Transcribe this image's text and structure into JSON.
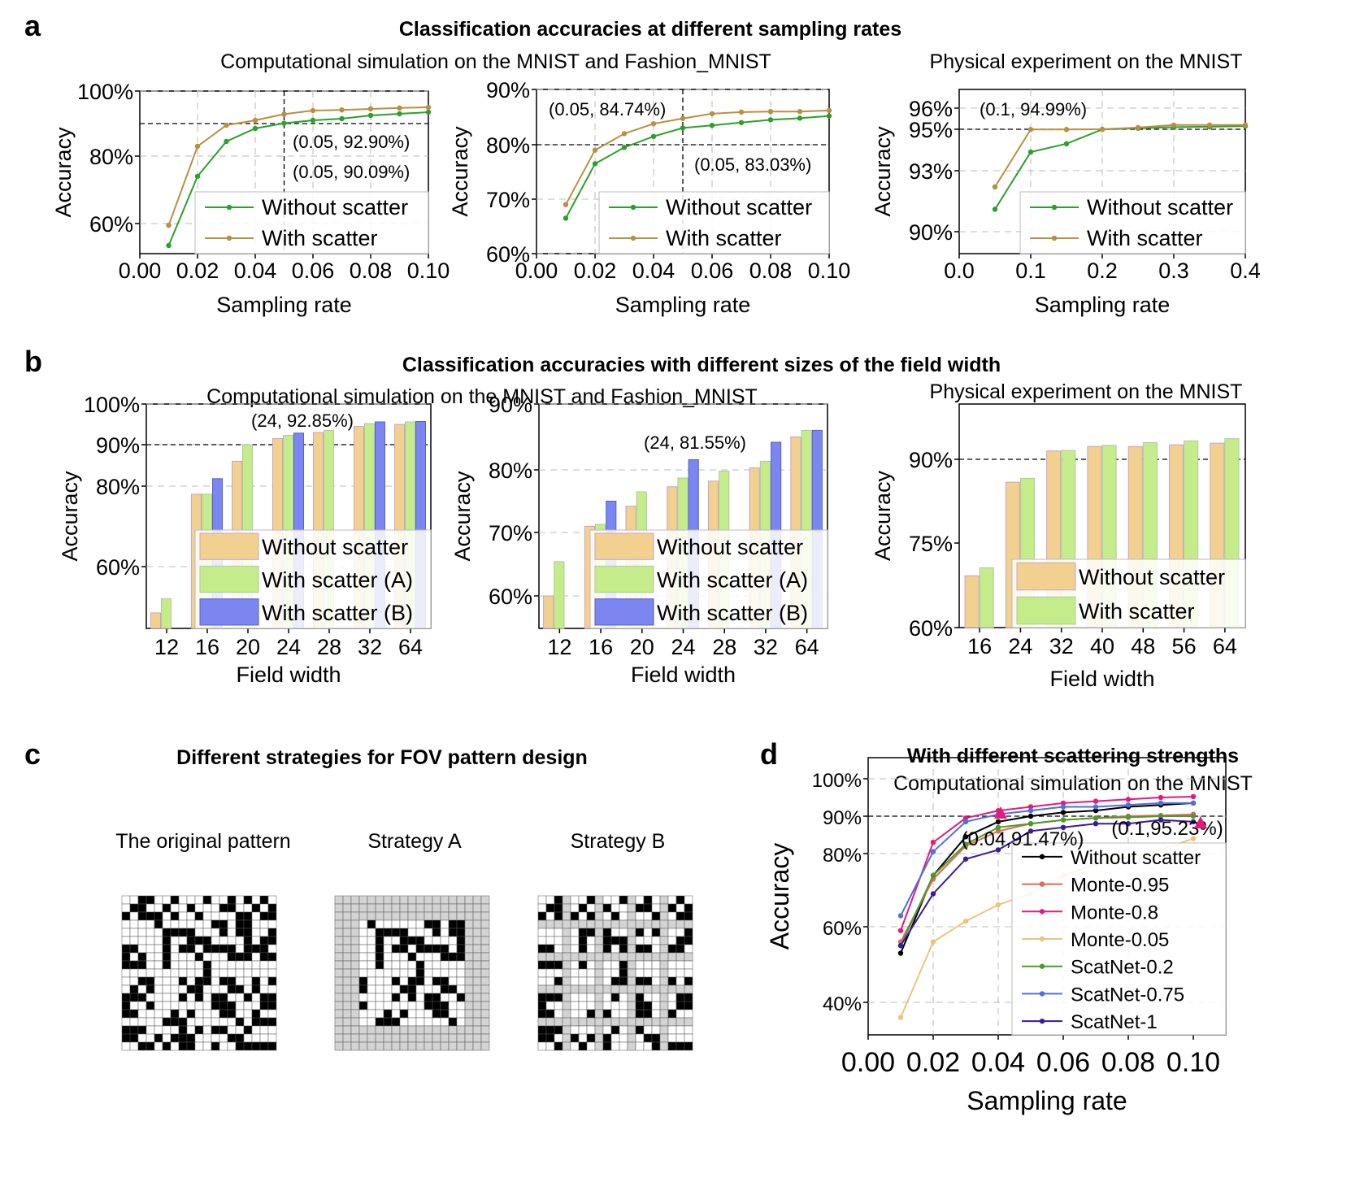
{
  "panel_letters": {
    "a": "a",
    "b": "b",
    "c": "c",
    "d": "d"
  },
  "sections": {
    "a_title": "Classification accuracies at different sampling rates",
    "a_subtitle_left": "Computational simulation on the MNIST and Fashion_MNIST",
    "a_subtitle_right": "Physical experiment on the MNIST",
    "b_title": "Classification accuracies with different sizes of the field width",
    "b_subtitle_left": "Computational simulation on the MNIST and Fashion_MNIST",
    "b_subtitle_right": "Physical experiment on the MNIST",
    "c_title": "Different strategies for FOV pattern design",
    "d_title": "With different scattering strengths",
    "d_subtitle": "Computational simulation on the MNIST"
  },
  "patterns": {
    "labels": [
      "The original pattern",
      "Strategy A",
      "Strategy B"
    ],
    "colors": {
      "on": "#000000",
      "off": "#ffffff",
      "masked": "#d3d3d3",
      "grid": "#555555"
    }
  },
  "colors": {
    "without": "#2ca02c",
    "with": "#b8903f",
    "bar_without": "#f2d08f",
    "bar_A": "#c5ec8a",
    "bar_B": "#7b86f0"
  },
  "chart_data": [
    {
      "type": "line",
      "xlabel": "Sampling rate",
      "ylabel": "Accuracy",
      "xlim": [
        0,
        0.1
      ],
      "ylim": [
        50,
        100
      ],
      "xticks": [
        "0.00",
        "0.02",
        "0.04",
        "0.06",
        "0.08",
        "0.10"
      ],
      "yticks": [
        "60%",
        "80%",
        "100%"
      ],
      "grid": true,
      "legend": "bottom-right",
      "series": [
        {
          "name": "Without scatter",
          "x": [
            0.01,
            0.02,
            0.03,
            0.04,
            0.05,
            0.06,
            0.07,
            0.08,
            0.09,
            0.1
          ],
          "y": [
            53.5,
            74.0,
            84.5,
            88.5,
            90.09,
            91.0,
            91.5,
            92.5,
            93.0,
            93.5
          ]
        },
        {
          "name": "With scatter",
          "x": [
            0.01,
            0.02,
            0.03,
            0.04,
            0.05,
            0.06,
            0.07,
            0.08,
            0.09,
            0.1
          ],
          "y": [
            59.5,
            83.0,
            89.5,
            91.0,
            92.9,
            94.0,
            94.2,
            94.5,
            94.8,
            95.0
          ]
        }
      ],
      "annotations": [
        "(0.05, 92.90%)",
        "(0.05, 90.09%)"
      ],
      "hline": 90,
      "vline": 0.05
    },
    {
      "type": "line",
      "xlabel": "Sampling rate",
      "ylabel": "Accuracy",
      "xlim": [
        0,
        0.1
      ],
      "ylim": [
        60,
        90
      ],
      "xticks": [
        "0.00",
        "0.02",
        "0.04",
        "0.06",
        "0.08",
        "0.10"
      ],
      "yticks": [
        "60%",
        "70%",
        "80%",
        "90%"
      ],
      "grid": true,
      "legend": "bottom-right",
      "series": [
        {
          "name": "Without scatter",
          "x": [
            0.01,
            0.02,
            0.03,
            0.04,
            0.05,
            0.06,
            0.07,
            0.08,
            0.09,
            0.1
          ],
          "y": [
            66.5,
            76.5,
            79.5,
            81.5,
            83.03,
            83.5,
            84.0,
            84.5,
            84.8,
            85.2
          ]
        },
        {
          "name": "With scatter",
          "x": [
            0.01,
            0.02,
            0.03,
            0.04,
            0.05,
            0.06,
            0.07,
            0.08,
            0.09,
            0.1
          ],
          "y": [
            69.0,
            79.0,
            82.0,
            83.8,
            84.74,
            85.6,
            85.9,
            86.0,
            86.0,
            86.2
          ]
        }
      ],
      "annotations": [
        "(0.05, 84.74%)",
        "(0.05, 83.03%)"
      ],
      "hline": 80,
      "vline": 0.05
    },
    {
      "type": "line",
      "xlabel": "Sampling rate",
      "ylabel": "Accuracy",
      "xlim": [
        0,
        0.4
      ],
      "ylim": [
        89,
        97
      ],
      "xticks": [
        "0.0",
        "0.1",
        "0.2",
        "0.3",
        "0.4"
      ],
      "yticks": [
        "90%",
        "93%",
        "95%",
        "96%"
      ],
      "grid": true,
      "legend": "bottom-right",
      "series": [
        {
          "name": "Without scatter",
          "x": [
            0.05,
            0.1,
            0.15,
            0.2,
            0.25,
            0.3,
            0.35,
            0.4
          ],
          "y": [
            91.1,
            93.9,
            94.3,
            94.99,
            95.05,
            95.1,
            95.12,
            95.15
          ]
        },
        {
          "name": "With scatter",
          "x": [
            0.05,
            0.1,
            0.15,
            0.2,
            0.25,
            0.3,
            0.35,
            0.4
          ],
          "y": [
            92.2,
            94.99,
            94.99,
            95.0,
            95.08,
            95.2,
            95.2,
            95.2
          ]
        }
      ],
      "annotations": [
        "(0.1, 94.99%)"
      ],
      "hline": 95
    },
    {
      "type": "bar",
      "xlabel": "Field width",
      "ylabel": "Accuracy",
      "categories": [
        "12",
        "16",
        "20",
        "24",
        "28",
        "32",
        "64"
      ],
      "ylim": [
        47,
        100
      ],
      "yticks": [
        "60%",
        "80%",
        "90%",
        "100%"
      ],
      "grid": true,
      "legend": "bottom-right",
      "series": [
        {
          "name": "Without scatter",
          "values": [
            48.5,
            78.0,
            86.0,
            91.5,
            93.0,
            94.5,
            95.0
          ]
        },
        {
          "name": "With scatter (A)",
          "values": [
            52.0,
            78.0,
            90.0,
            92.3,
            93.5,
            95.2,
            95.6
          ]
        },
        {
          "name": "With scatter (B)",
          "values": [
            null,
            81.8,
            null,
            92.85,
            null,
            95.6,
            95.7
          ]
        }
      ],
      "annotations": [
        "(24, 92.85%)"
      ],
      "hline": 90
    },
    {
      "type": "bar",
      "xlabel": "Field width",
      "ylabel": "Accuracy",
      "categories": [
        "12",
        "16",
        "20",
        "24",
        "28",
        "32",
        "64"
      ],
      "ylim": [
        55,
        90
      ],
      "yticks": [
        "60%",
        "70%",
        "80%",
        "90%"
      ],
      "grid": true,
      "legend": "bottom-right",
      "series": [
        {
          "name": "Without scatter",
          "values": [
            60.0,
            71.0,
            74.2,
            77.3,
            78.2,
            80.3,
            85.0
          ]
        },
        {
          "name": "With scatter (A)",
          "values": [
            65.4,
            71.3,
            76.5,
            78.7,
            79.8,
            81.3,
            86.0
          ]
        },
        {
          "name": "With scatter (B)",
          "values": [
            null,
            75.0,
            null,
            81.55,
            null,
            84.2,
            86.0
          ]
        }
      ],
      "annotations": [
        "(24, 81.55%)"
      ]
    },
    {
      "type": "bar",
      "xlabel": "Field width",
      "ylabel": "Accuracy",
      "categories": [
        "16",
        "24",
        "32",
        "40",
        "48",
        "56",
        "64"
      ],
      "ylim": [
        60,
        105
      ],
      "yticks": [
        "60%",
        "75%",
        "90%"
      ],
      "grid": false,
      "legend": "bottom-right",
      "series": [
        {
          "name": "Without scatter",
          "values": [
            69.2,
            85.9,
            91.5,
            92.3,
            92.3,
            92.6,
            92.9
          ]
        },
        {
          "name": "With scatter",
          "values": [
            70.6,
            86.6,
            91.6,
            92.5,
            93.0,
            93.3,
            93.7
          ]
        }
      ],
      "hline": 90
    },
    {
      "type": "line",
      "xlabel": "Sampling rate",
      "ylabel": "Accuracy",
      "xlim": [
        0,
        0.11
      ],
      "ylim": [
        30,
        102
      ],
      "xticks": [
        "0.00",
        "0.02",
        "0.04",
        "0.06",
        "0.08",
        "0.10"
      ],
      "yticks": [
        "40%",
        "60%",
        "80%",
        "90%",
        "100%"
      ],
      "grid": true,
      "legend": "right",
      "series": [
        {
          "name": "Without scatter",
          "x": [
            0.01,
            0.02,
            0.03,
            0.04,
            0.05,
            0.06,
            0.07,
            0.08,
            0.09,
            0.1
          ],
          "y": [
            53,
            74,
            84.5,
            88.5,
            90,
            91,
            91.5,
            92.5,
            93,
            93.5
          ]
        },
        {
          "name": "Monte-0.95",
          "x": [
            0.01,
            0.02,
            0.03,
            0.04,
            0.05,
            0.06,
            0.07,
            0.08,
            0.09,
            0.1
          ],
          "y": [
            56,
            73,
            82,
            86,
            88,
            89,
            89.5,
            90,
            90.2,
            90.5
          ]
        },
        {
          "name": "Monte-0.8",
          "x": [
            0.01,
            0.02,
            0.03,
            0.04,
            0.05,
            0.06,
            0.07,
            0.08,
            0.09,
            0.1
          ],
          "y": [
            59,
            83,
            89.5,
            91.47,
            92.5,
            93.5,
            94,
            94.5,
            95,
            95.23
          ]
        },
        {
          "name": "Monte-0.05",
          "x": [
            0.01,
            0.02,
            0.03,
            0.04,
            0.05,
            0.06,
            0.07,
            0.08,
            0.09,
            0.1
          ],
          "y": [
            36,
            56,
            61.5,
            66,
            69,
            74,
            77,
            79,
            81,
            84
          ]
        },
        {
          "name": "ScatNet-0.2",
          "x": [
            0.01,
            0.02,
            0.03,
            0.04,
            0.05,
            0.06,
            0.07,
            0.08,
            0.09,
            0.1
          ],
          "y": [
            55,
            74,
            82.5,
            87,
            88,
            89,
            89.5,
            89.7,
            90,
            90
          ]
        },
        {
          "name": "ScatNet-0.75",
          "x": [
            0.01,
            0.02,
            0.03,
            0.04,
            0.05,
            0.06,
            0.07,
            0.08,
            0.09,
            0.1
          ],
          "y": [
            63,
            80.5,
            88.5,
            90.5,
            91.5,
            92.5,
            92.5,
            93,
            93.5,
            93.5
          ]
        },
        {
          "name": "ScatNet-1",
          "x": [
            0.01,
            0.02,
            0.03,
            0.04,
            0.05,
            0.06,
            0.07,
            0.08,
            0.09,
            0.1
          ],
          "y": [
            55,
            69,
            78.5,
            81,
            86,
            87,
            88,
            88,
            89,
            88.5
          ]
        }
      ],
      "annotations": [
        "(0.04,91.47%)",
        "(0.1,95.23%)"
      ],
      "hline": 90
    }
  ]
}
